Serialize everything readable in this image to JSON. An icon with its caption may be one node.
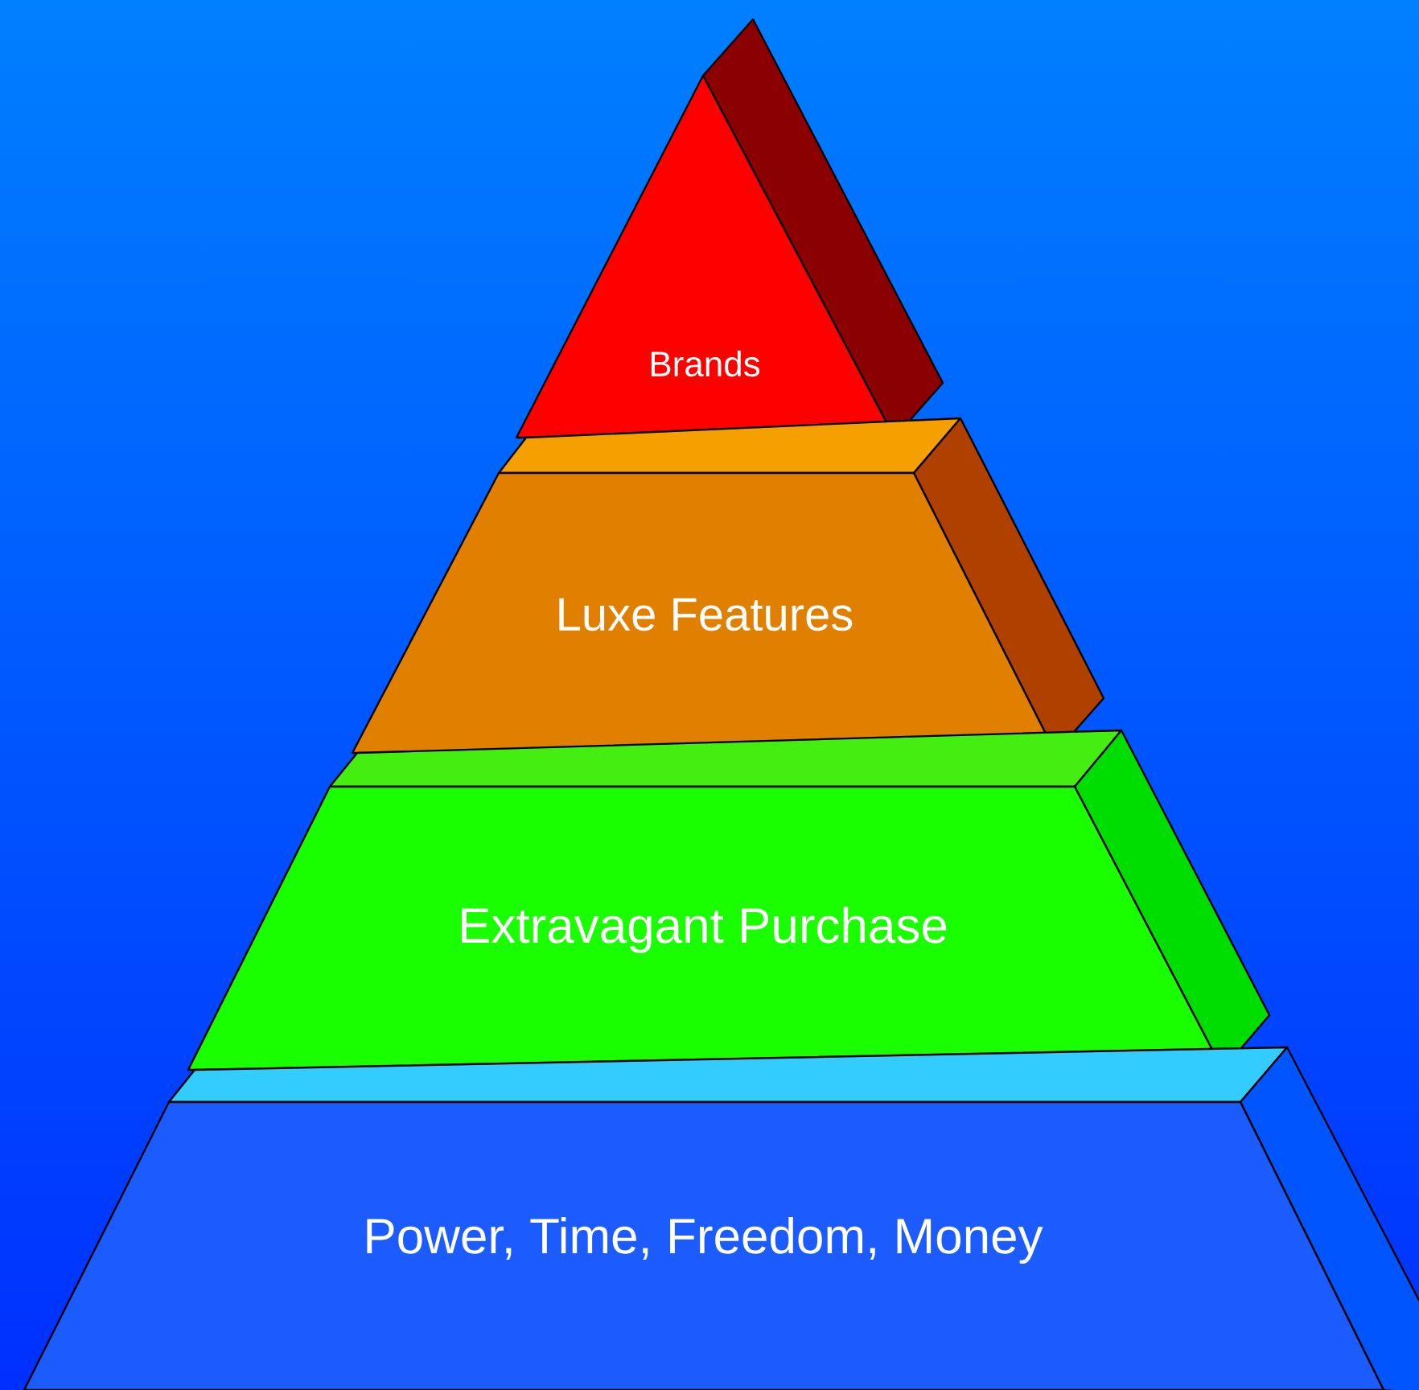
{
  "diagram": {
    "nodes": [
      {
        "text": [
          "Brands"
        ]
      },
      {
        "text": [
          "Luxe Features"
        ]
      },
      {
        "text": [
          "Extravagant Purchase"
        ]
      },
      {
        "text": [
          "Power, Time, Freedom, Money"
        ]
      }
    ]
  }
}
